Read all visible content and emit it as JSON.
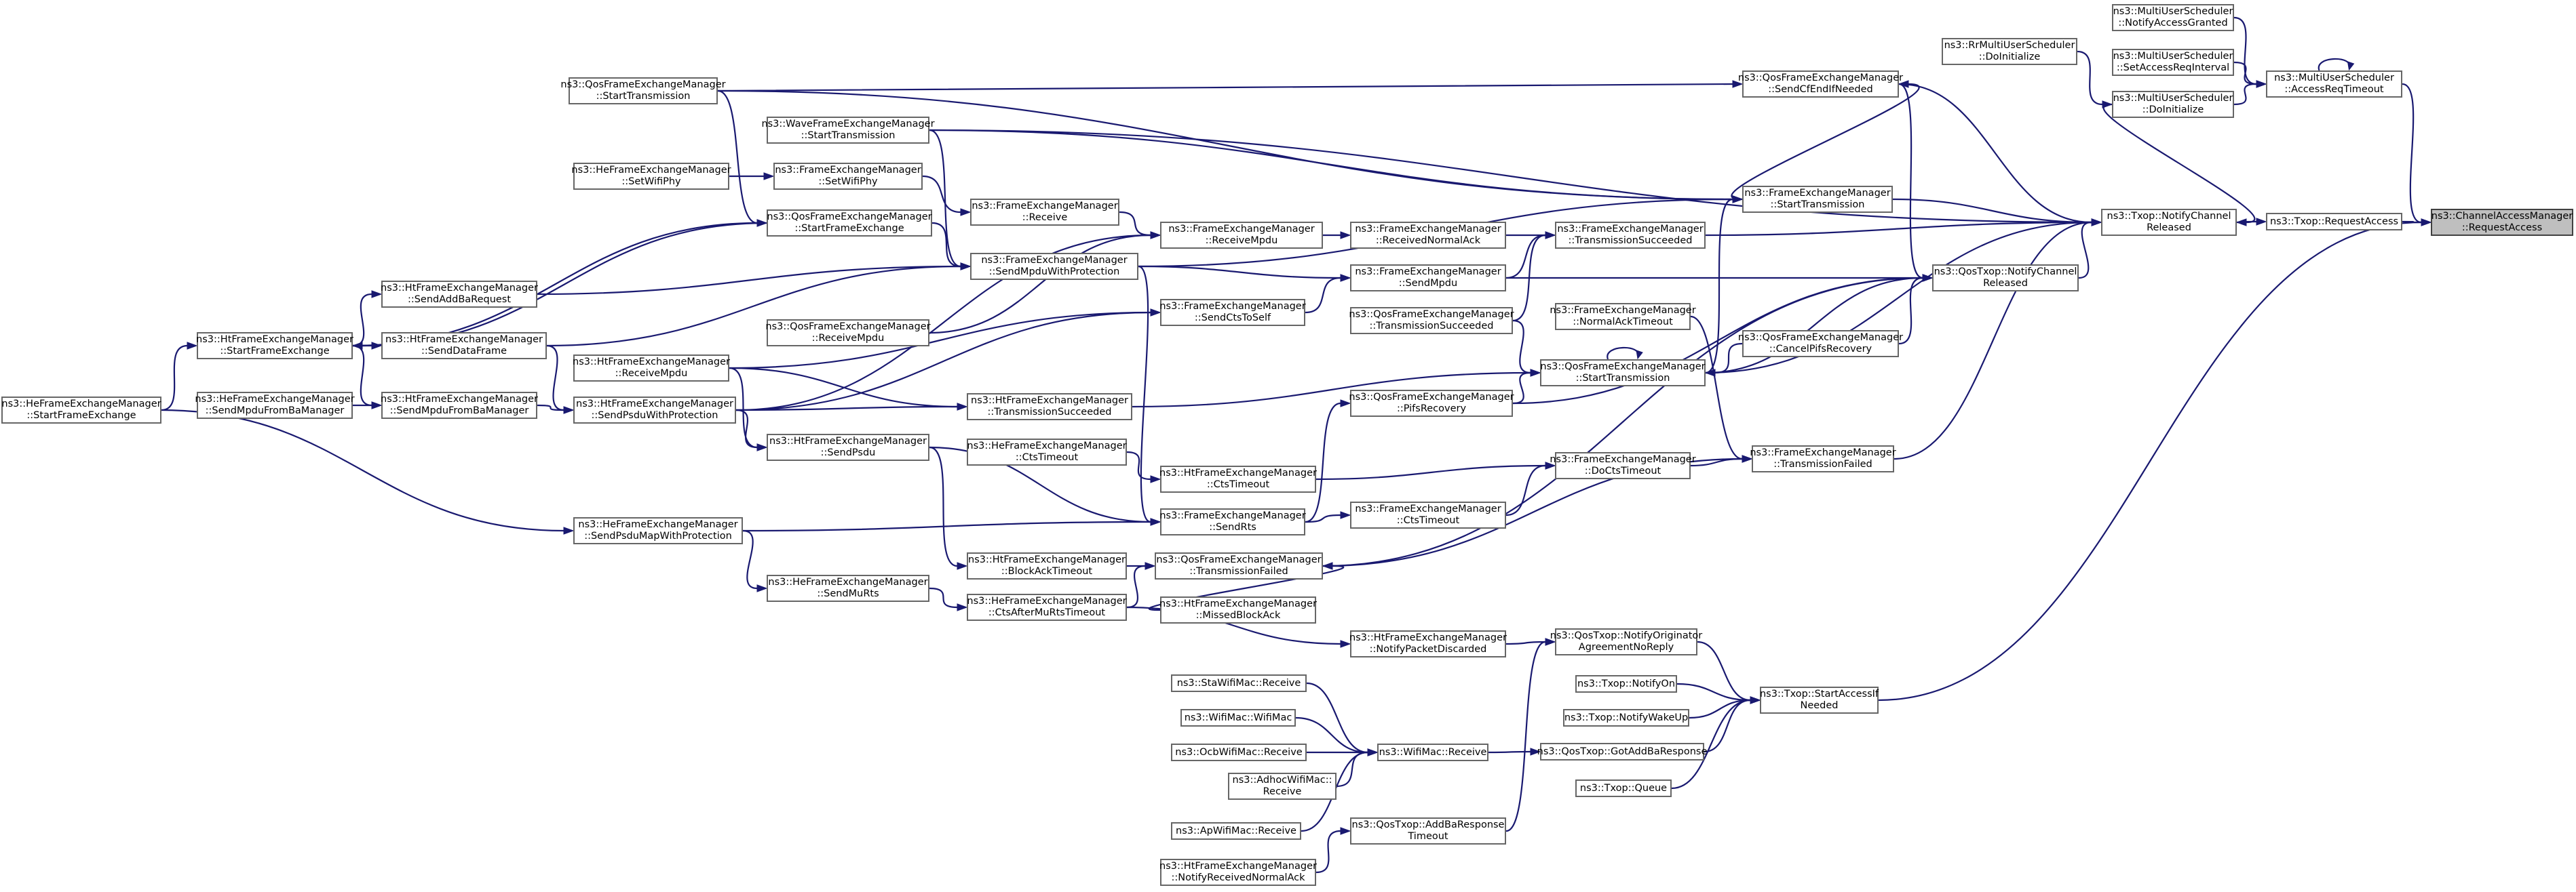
{
  "colors": {
    "edge": "#191970",
    "node_border": "#666666",
    "root_fill": "#bfbfbf",
    "background": "#ffffff"
  },
  "nodes": [
    {
      "id": "n01",
      "label": "ns3::ChannelAccessManager\n::RequestAccess",
      "root": true
    },
    {
      "id": "n02",
      "label": "ns3::Txop::RequestAccess"
    },
    {
      "id": "n03",
      "label": "ns3::MultiUserScheduler\n::AccessReqTimeout"
    },
    {
      "id": "n04",
      "label": "ns3::Txop::StartAccessIf\nNeeded"
    },
    {
      "id": "n05",
      "label": "ns3::MultiUserScheduler\n::NotifyAccessGranted"
    },
    {
      "id": "n06",
      "label": "ns3::MultiUserScheduler\n::SetAccessReqInterval"
    },
    {
      "id": "n07",
      "label": "ns3::MultiUserScheduler\n::DoInitialize"
    },
    {
      "id": "n08",
      "label": "ns3::RrMultiUserScheduler\n::DoInitialize"
    },
    {
      "id": "n09",
      "label": "ns3::Txop::NotifyChannel\nReleased"
    },
    {
      "id": "n10",
      "label": "ns3::QosTxop::NotifyChannel\nReleased"
    },
    {
      "id": "n11",
      "label": "ns3::QosFrameExchangeManager\n::SendCfEndIfNeeded"
    },
    {
      "id": "n12",
      "label": "ns3::FrameExchangeManager\n::StartTransmission"
    },
    {
      "id": "n13",
      "label": "ns3::FrameExchangeManager\n::TransmissionSucceeded"
    },
    {
      "id": "n14",
      "label": "ns3::QosFrameExchangeManager\n::StartTransmission"
    },
    {
      "id": "n15",
      "label": "ns3::FrameExchangeManager\n::TransmissionFailed"
    },
    {
      "id": "n16",
      "label": "ns3::QosFrameExchangeManager\n::CancelPifsRecovery"
    },
    {
      "id": "n17",
      "label": "ns3::FrameExchangeManager\n::DoCtsTimeout"
    },
    {
      "id": "n18",
      "label": "ns3::QosTxop::NotifyOriginator\nAgreementNoReply"
    },
    {
      "id": "n19",
      "label": "ns3::Txop::NotifyOn"
    },
    {
      "id": "n20",
      "label": "ns3::Txop::NotifyWakeUp"
    },
    {
      "id": "n21",
      "label": "ns3::QosTxop::GotAddBaResponse"
    },
    {
      "id": "n22",
      "label": "ns3::Txop::Queue"
    },
    {
      "id": "n23",
      "label": "ns3::QosFrameExchangeManager\n::StartTransmission"
    },
    {
      "id": "n24",
      "label": "ns3::WaveFrameExchangeManager\n::StartTransmission"
    },
    {
      "id": "n25",
      "label": "ns3::FrameExchangeManager\n::ReceivedNormalAck"
    },
    {
      "id": "n26",
      "label": "ns3::FrameExchangeManager\n::SendMpdu"
    },
    {
      "id": "n27",
      "label": "ns3::FrameExchangeManager\n::NormalAckTimeout"
    },
    {
      "id": "n28",
      "label": "ns3::QosFrameExchangeManager\n::TransmissionSucceeded"
    },
    {
      "id": "n29",
      "label": "ns3::QosFrameExchangeManager\n::PifsRecovery"
    },
    {
      "id": "n30",
      "label": "ns3::FrameExchangeManager\n::CtsTimeout"
    },
    {
      "id": "n31",
      "label": "ns3::QosFrameExchangeManager\n::TransmissionFailed"
    },
    {
      "id": "n32",
      "label": "ns3::HtFrameExchangeManager\n::MissedBlockAck"
    },
    {
      "id": "n33",
      "label": "ns3::HtFrameExchangeManager\n::NotifyPacketDiscarded"
    },
    {
      "id": "n34",
      "label": "ns3::WifiMac::Receive"
    },
    {
      "id": "n35",
      "label": "ns3::QosTxop::AddBaResponse\nTimeout"
    },
    {
      "id": "n36",
      "label": "ns3::FrameExchangeManager\n::ReceiveMpdu"
    },
    {
      "id": "n37",
      "label": "ns3::FrameExchangeManager\n::SendCtsToSelf"
    },
    {
      "id": "n38",
      "label": "ns3::FrameExchangeManager\n::SendRts"
    },
    {
      "id": "n39",
      "label": "ns3::HtFrameExchangeManager\n::CtsTimeout"
    },
    {
      "id": "n40",
      "label": "ns3::StaWifiMac::Receive"
    },
    {
      "id": "n41",
      "label": "ns3::WifiMac::WifiMac"
    },
    {
      "id": "n42",
      "label": "ns3::OcbWifiMac::Receive"
    },
    {
      "id": "n43",
      "label": "ns3::AdhocWifiMac::\nReceive"
    },
    {
      "id": "n44",
      "label": "ns3::ApWifiMac::Receive"
    },
    {
      "id": "n45",
      "label": "ns3::HtFrameExchangeManager\n::NotifyReceivedNormalAck"
    },
    {
      "id": "n46",
      "label": "ns3::FrameExchangeManager\n::Receive"
    },
    {
      "id": "n47",
      "label": "ns3::FrameExchangeManager\n::SendMpduWithProtection"
    },
    {
      "id": "n48",
      "label": "ns3::HtFrameExchangeManager\n::TransmissionSucceeded"
    },
    {
      "id": "n49",
      "label": "ns3::HeFrameExchangeManager\n::CtsTimeout"
    },
    {
      "id": "n50",
      "label": "ns3::HtFrameExchangeManager\n::BlockAckTimeout"
    },
    {
      "id": "n51",
      "label": "ns3::HeFrameExchangeManager\n::CtsAfterMuRtsTimeout"
    },
    {
      "id": "n52",
      "label": "ns3::FrameExchangeManager\n::SetWifiPhy"
    },
    {
      "id": "n53",
      "label": "ns3::QosFrameExchangeManager\n::StartFrameExchange"
    },
    {
      "id": "n54",
      "label": "ns3::QosFrameExchangeManager\n::ReceiveMpdu"
    },
    {
      "id": "n55",
      "label": "ns3::HtFrameExchangeManager\n::SendPsdu"
    },
    {
      "id": "n56",
      "label": "ns3::HeFrameExchangeManager\n::SendMuRts"
    },
    {
      "id": "n57",
      "label": "ns3::HeFrameExchangeManager\n::SetWifiPhy"
    },
    {
      "id": "n58",
      "label": "ns3::HtFrameExchangeManager\n::SendAddBaRequest"
    },
    {
      "id": "n59",
      "label": "ns3::HtFrameExchangeManager\n::SendDataFrame"
    },
    {
      "id": "n60",
      "label": "ns3::HtFrameExchangeManager\n::ReceiveMpdu"
    },
    {
      "id": "n61",
      "label": "ns3::HtFrameExchangeManager\n::SendPsduWithProtection"
    },
    {
      "id": "n62",
      "label": "ns3::HtFrameExchangeManager\n::SendMpduFromBaManager"
    },
    {
      "id": "n63",
      "label": "ns3::HeFrameExchangeManager\n::SendPsduMapWithProtection"
    },
    {
      "id": "n64",
      "label": "ns3::HtFrameExchangeManager\n::StartFrameExchange"
    },
    {
      "id": "n65",
      "label": "ns3::HeFrameExchangeManager\n::SendMpduFromBaManager"
    },
    {
      "id": "n66",
      "label": "ns3::HeFrameExchangeManager\n::StartFrameExchange"
    }
  ],
  "edges": [
    [
      "n02",
      "n01"
    ],
    [
      "n03",
      "n01"
    ],
    [
      "n04",
      "n01"
    ],
    [
      "n09",
      "n02"
    ],
    [
      "n05",
      "n03"
    ],
    [
      "n06",
      "n03"
    ],
    [
      "n07",
      "n03"
    ],
    [
      "n03",
      "n03"
    ],
    [
      "n08",
      "n07"
    ],
    [
      "n10",
      "n09"
    ],
    [
      "n11",
      "n09"
    ],
    [
      "n12",
      "n09"
    ],
    [
      "n13",
      "n09"
    ],
    [
      "n14",
      "n09"
    ],
    [
      "n15",
      "n09"
    ],
    [
      "n07",
      "n09"
    ],
    [
      "n24",
      "n09"
    ],
    [
      "n11",
      "n10"
    ],
    [
      "n14",
      "n10"
    ],
    [
      "n16",
      "n10"
    ],
    [
      "n31",
      "n10"
    ],
    [
      "n29",
      "n10"
    ],
    [
      "n26",
      "n10"
    ],
    [
      "n23",
      "n11"
    ],
    [
      "n12",
      "n11"
    ],
    [
      "n14",
      "n12"
    ],
    [
      "n23",
      "n12"
    ],
    [
      "n24",
      "n12"
    ],
    [
      "n47",
      "n12"
    ],
    [
      "n25",
      "n13"
    ],
    [
      "n26",
      "n13"
    ],
    [
      "n28",
      "n13"
    ],
    [
      "n14",
      "n14"
    ],
    [
      "n16",
      "n14"
    ],
    [
      "n28",
      "n14"
    ],
    [
      "n29",
      "n14"
    ],
    [
      "n48",
      "n14"
    ],
    [
      "n17",
      "n15"
    ],
    [
      "n27",
      "n15"
    ],
    [
      "n31",
      "n15"
    ],
    [
      "n30",
      "n17"
    ],
    [
      "n39",
      "n17"
    ],
    [
      "n18",
      "n04"
    ],
    [
      "n19",
      "n04"
    ],
    [
      "n20",
      "n04"
    ],
    [
      "n21",
      "n04"
    ],
    [
      "n22",
      "n04"
    ],
    [
      "n33",
      "n18"
    ],
    [
      "n35",
      "n18"
    ],
    [
      "n34",
      "n21"
    ],
    [
      "n36",
      "n25"
    ],
    [
      "n47",
      "n26"
    ],
    [
      "n37",
      "n26"
    ],
    [
      "n38",
      "n30"
    ],
    [
      "n32",
      "n31"
    ],
    [
      "n50",
      "n31"
    ],
    [
      "n51",
      "n31"
    ],
    [
      "n38",
      "n29"
    ],
    [
      "n40",
      "n34"
    ],
    [
      "n41",
      "n34"
    ],
    [
      "n42",
      "n34"
    ],
    [
      "n43",
      "n34"
    ],
    [
      "n44",
      "n34"
    ],
    [
      "n45",
      "n35"
    ],
    [
      "n51",
      "n33"
    ],
    [
      "n46",
      "n36"
    ],
    [
      "n54",
      "n36"
    ],
    [
      "n61",
      "n36"
    ],
    [
      "n60",
      "n37"
    ],
    [
      "n47",
      "n38"
    ],
    [
      "n63",
      "n38"
    ],
    [
      "n55",
      "n38"
    ],
    [
      "n49",
      "n39"
    ],
    [
      "n61",
      "n48"
    ],
    [
      "n60",
      "n48"
    ],
    [
      "n55",
      "n50"
    ],
    [
      "n56",
      "n51"
    ],
    [
      "n52",
      "n46"
    ],
    [
      "n53",
      "n47"
    ],
    [
      "n58",
      "n47"
    ],
    [
      "n59",
      "n47"
    ],
    [
      "n61",
      "n37"
    ],
    [
      "n24",
      "n47"
    ],
    [
      "n57",
      "n52"
    ],
    [
      "n64",
      "n53"
    ],
    [
      "n64",
      "n59"
    ],
    [
      "n64",
      "n58"
    ],
    [
      "n61",
      "n55"
    ],
    [
      "n60",
      "n55"
    ],
    [
      "n65",
      "n62"
    ],
    [
      "n64",
      "n62"
    ],
    [
      "n62",
      "n61"
    ],
    [
      "n59",
      "n61"
    ],
    [
      "n63",
      "n56"
    ],
    [
      "n66",
      "n64"
    ],
    [
      "n66",
      "n63"
    ],
    [
      "n53",
      "n64"
    ],
    [
      "n23",
      "n53"
    ]
  ]
}
